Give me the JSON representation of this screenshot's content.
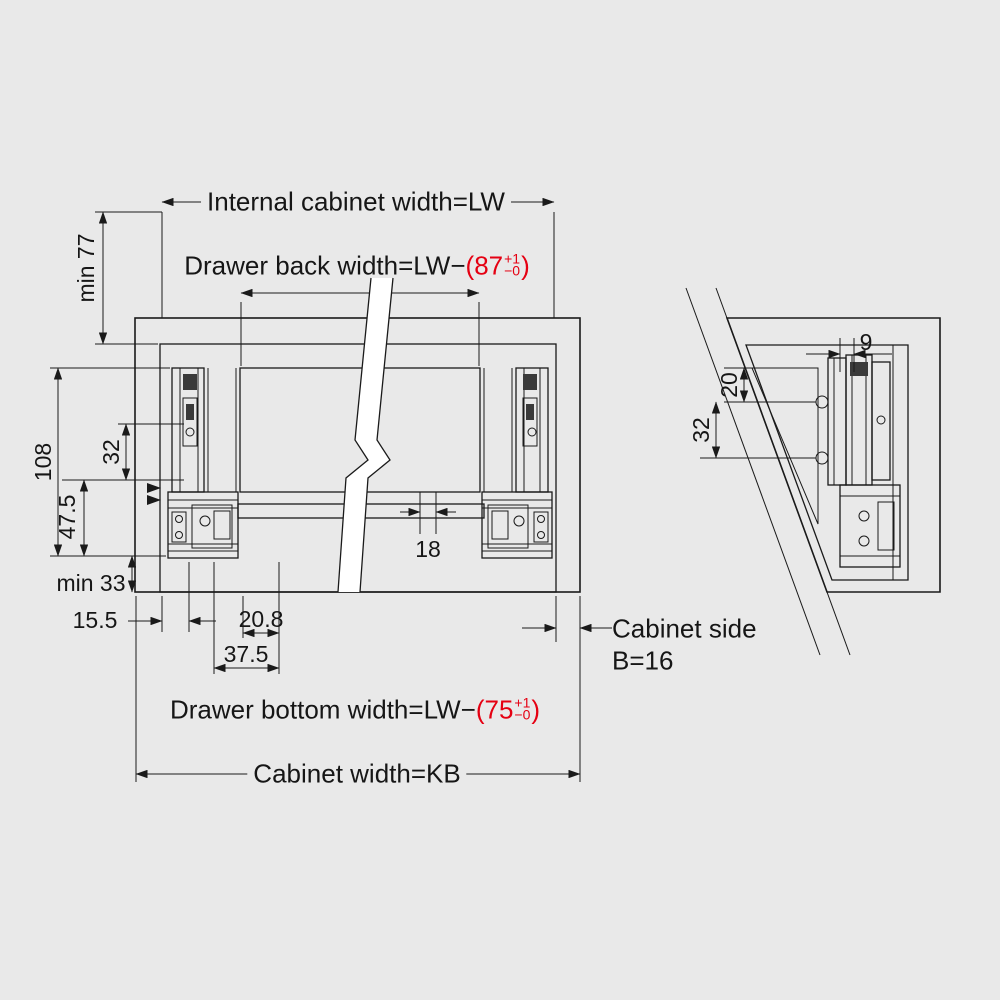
{
  "colors": {
    "background": "#e9e9e9",
    "cabinet_fill": "#d2d2d2",
    "line": "#1a1a1a",
    "accent_red": "#e50012",
    "panel_white": "#ffffff"
  },
  "labels": {
    "internal_cabinet_width": "Internal cabinet width=LW",
    "drawer_back_width_prefix": "Drawer back width=LW−",
    "drawer_back_width_value": "(87",
    "drawer_back_tol_plus": "+1",
    "drawer_back_tol_minus": "−0",
    "drawer_back_close": ")",
    "drawer_bottom_width_prefix": "Drawer bottom width=LW−",
    "drawer_bottom_width_value": "(75",
    "drawer_bottom_tol_plus": "+1",
    "drawer_bottom_tol_minus": "−0",
    "drawer_bottom_close": ")",
    "cabinet_width": "Cabinet width=KB",
    "cabinet_side_line1": "Cabinet side",
    "cabinet_side_line2": "B=16"
  },
  "dimensions": {
    "min_77": "min 77",
    "h_108": "108",
    "h_32": "32",
    "h_47_5": "47.5",
    "min_33": "min 33",
    "w_15_5": "15.5",
    "w_20_8": "20.8",
    "w_37_5": "37.5",
    "t_18": "18",
    "detail_9": "9",
    "detail_20": "20",
    "detail_32": "32"
  }
}
